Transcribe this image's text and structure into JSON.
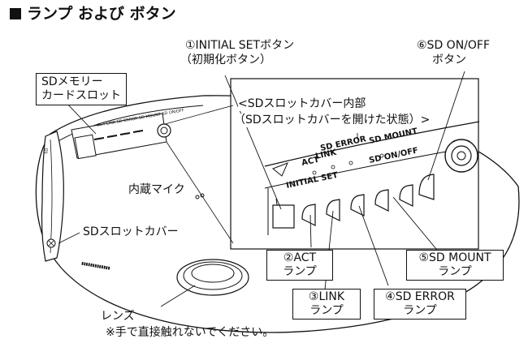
{
  "title": "ランプ および ボタン",
  "callouts": {
    "initial_set_button": "①INITIAL SETボタン",
    "initial_set_button_sub": "（初期化ボタン）",
    "sd_onoff_button": "⑥SD ON/OFF",
    "sd_onoff_button_sub": "ボタン",
    "sd_card_slot_1": "SDメモリー",
    "sd_card_slot_2": "カードスロット",
    "inside_cover_1": "<SDスロットカバー内部",
    "inside_cover_2": "（SDスロットカバーを開けた状態）>",
    "built_in_mic": "内蔵マイク",
    "sd_slot_cover": "SDスロットカバー",
    "act_lamp": "②ACT",
    "act_lamp_sub": "ランプ",
    "link_lamp": "③LINK",
    "link_lamp_sub": "ランプ",
    "sd_error_lamp": "④SD ERROR",
    "sd_error_lamp_sub": "ランプ",
    "sd_mount_lamp": "⑤SD MOUNT",
    "sd_mount_lamp_sub": "ランプ",
    "lens": "レンズ",
    "note": "※手で直接触れないでください。"
  },
  "panel_labels": {
    "initial_set": "INITIAL SET",
    "act": "ACT",
    "link": "LINK",
    "sd_error": "SD ERROR",
    "sd_mount": "SD MOUNT",
    "sd_onoff": "SD ON/OFF"
  }
}
